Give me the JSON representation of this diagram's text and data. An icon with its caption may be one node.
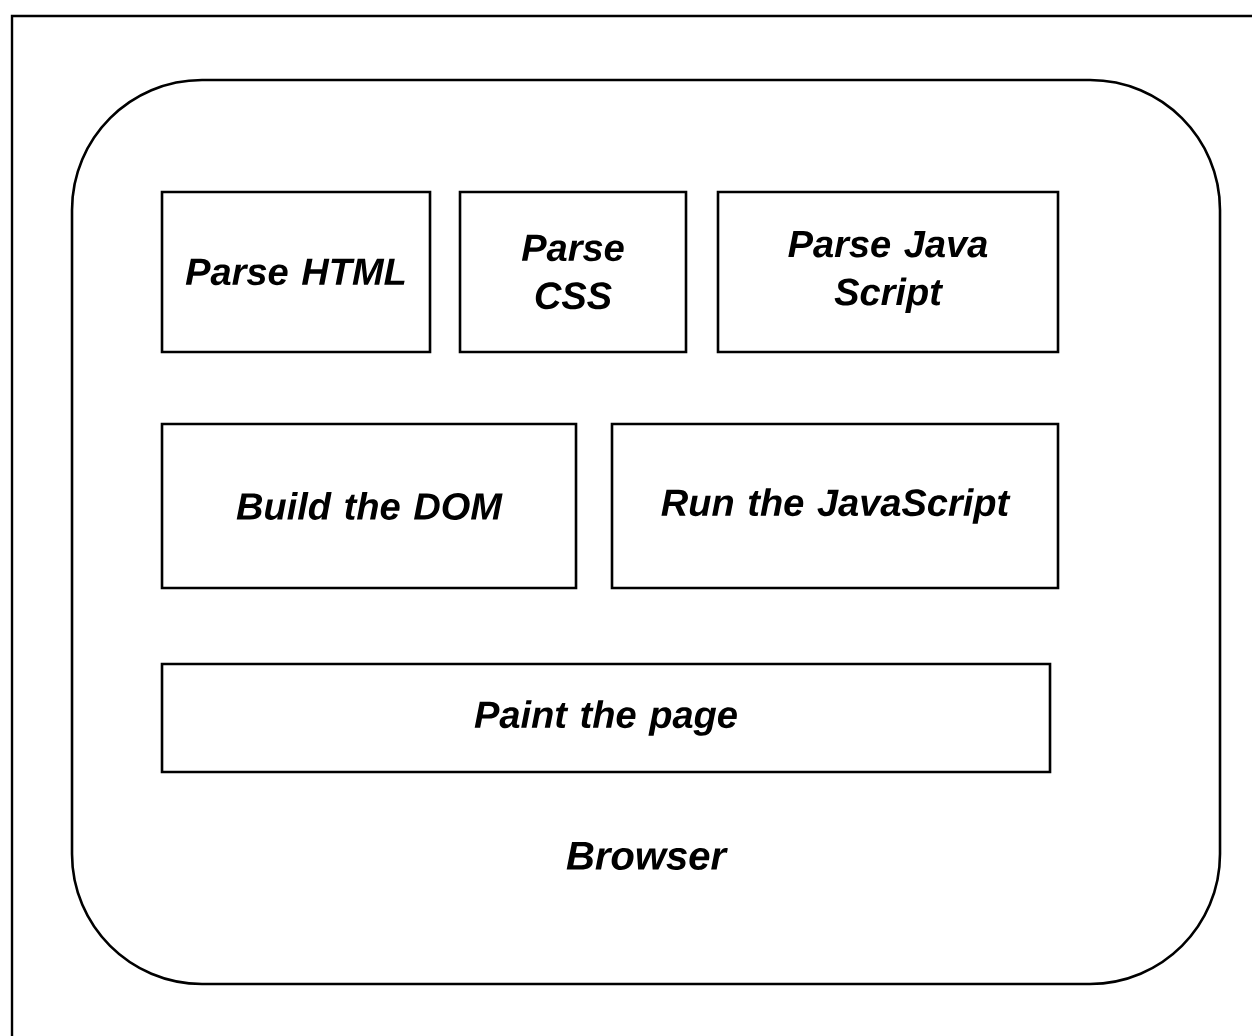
{
  "diagram": {
    "nodes": [
      {
        "text": [
          "Browser"
        ]
      },
      {
        "text": [
          "Parse HTML"
        ],
        "in": 0
      },
      {
        "text": [
          "Parse CSS"
        ],
        "in": 0
      },
      {
        "text": [
          "Parse Java Script"
        ],
        "in": 0
      },
      {
        "text": [
          "Build the DOM"
        ],
        "in": 0
      },
      {
        "text": [
          "Run the JavaScript"
        ],
        "in": 0
      },
      {
        "text": [
          "Paint the page"
        ],
        "in": 0
      }
    ]
  }
}
